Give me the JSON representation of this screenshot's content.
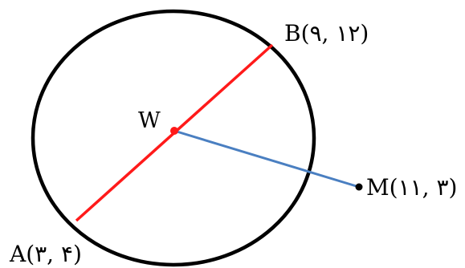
{
  "diagram": {
    "center": {
      "label": "W"
    },
    "points": {
      "a": {
        "label": "A(۳, ۴)"
      },
      "b": {
        "label": "B(۹, ۱۲)"
      },
      "m": {
        "label": "M(۱۱, ۳)"
      }
    },
    "colors": {
      "circle": "#000000",
      "diameter": "#ff1a1a",
      "segment_wm": "#4a7fc1",
      "center_dot": "#ff1a1a",
      "point_m_dot": "#000000"
    }
  }
}
